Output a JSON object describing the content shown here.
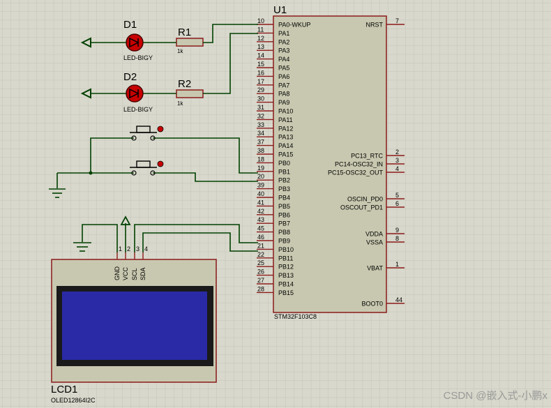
{
  "colors": {
    "background": "#d8d8cc",
    "grid": "#c4c4b8",
    "wire": "#004000",
    "pin": "#8b1a1a",
    "chip_fill": "#c8c8b0",
    "chip_stroke": "#8b1a1a",
    "led_red": "#c80000",
    "lcd_screen": "#2a2aa6",
    "lcd_frame": "#1a1a1a",
    "text": "#000000",
    "watermark": "#9a9a9a"
  },
  "mcu": {
    "ref": "U1",
    "part": "STM32F103C8",
    "left_pins": [
      {
        "num": "10",
        "name": "PA0-WKUP"
      },
      {
        "num": "11",
        "name": "PA1"
      },
      {
        "num": "12",
        "name": "PA2"
      },
      {
        "num": "13",
        "name": "PA3"
      },
      {
        "num": "14",
        "name": "PA4"
      },
      {
        "num": "15",
        "name": "PA5"
      },
      {
        "num": "16",
        "name": "PA6"
      },
      {
        "num": "17",
        "name": "PA7"
      },
      {
        "num": "29",
        "name": "PA8"
      },
      {
        "num": "30",
        "name": "PA9"
      },
      {
        "num": "31",
        "name": "PA10"
      },
      {
        "num": "32",
        "name": "PA11"
      },
      {
        "num": "33",
        "name": "PA12"
      },
      {
        "num": "34",
        "name": "PA13"
      },
      {
        "num": "37",
        "name": "PA14"
      },
      {
        "num": "38",
        "name": "PA15"
      },
      {
        "num": "18",
        "name": "PB0"
      },
      {
        "num": "19",
        "name": "PB1"
      },
      {
        "num": "20",
        "name": "PB2"
      },
      {
        "num": "39",
        "name": "PB3"
      },
      {
        "num": "40",
        "name": "PB4"
      },
      {
        "num": "41",
        "name": "PB5"
      },
      {
        "num": "42",
        "name": "PB6"
      },
      {
        "num": "43",
        "name": "PB7"
      },
      {
        "num": "45",
        "name": "PB8"
      },
      {
        "num": "46",
        "name": "PB9"
      },
      {
        "num": "21",
        "name": "PB10"
      },
      {
        "num": "22",
        "name": "PB11"
      },
      {
        "num": "25",
        "name": "PB12"
      },
      {
        "num": "26",
        "name": "PB13"
      },
      {
        "num": "27",
        "name": "PB14"
      },
      {
        "num": "28",
        "name": "PB15"
      }
    ],
    "right_pins": [
      {
        "num": "7",
        "name": "NRST"
      },
      {
        "num": "2",
        "name": "PC13_RTC"
      },
      {
        "num": "3",
        "name": "PC14-OSC32_IN"
      },
      {
        "num": "4",
        "name": "PC15-OSC32_OUT"
      },
      {
        "num": "5",
        "name": "OSCIN_PD0"
      },
      {
        "num": "6",
        "name": "OSCOUT_PD1"
      },
      {
        "num": "9",
        "name": "VDDA"
      },
      {
        "num": "8",
        "name": "VSSA"
      },
      {
        "num": "1",
        "name": "VBAT"
      },
      {
        "num": "44",
        "name": "BOOT0"
      }
    ]
  },
  "leds": [
    {
      "ref": "D1",
      "part": "LED-BIGY"
    },
    {
      "ref": "D2",
      "part": "LED-BIGY"
    }
  ],
  "resistors": [
    {
      "ref": "R1",
      "value": "1k"
    },
    {
      "ref": "R2",
      "value": "1k"
    }
  ],
  "lcd": {
    "ref": "LCD1",
    "part": "OLED12864I2C",
    "pins": [
      {
        "num": "1",
        "name": "GND"
      },
      {
        "num": "2",
        "name": "VCC"
      },
      {
        "num": "3",
        "name": "SCL"
      },
      {
        "num": "4",
        "name": "SDA"
      }
    ]
  },
  "watermark": "CSDN @嵌入式-小鹏x"
}
